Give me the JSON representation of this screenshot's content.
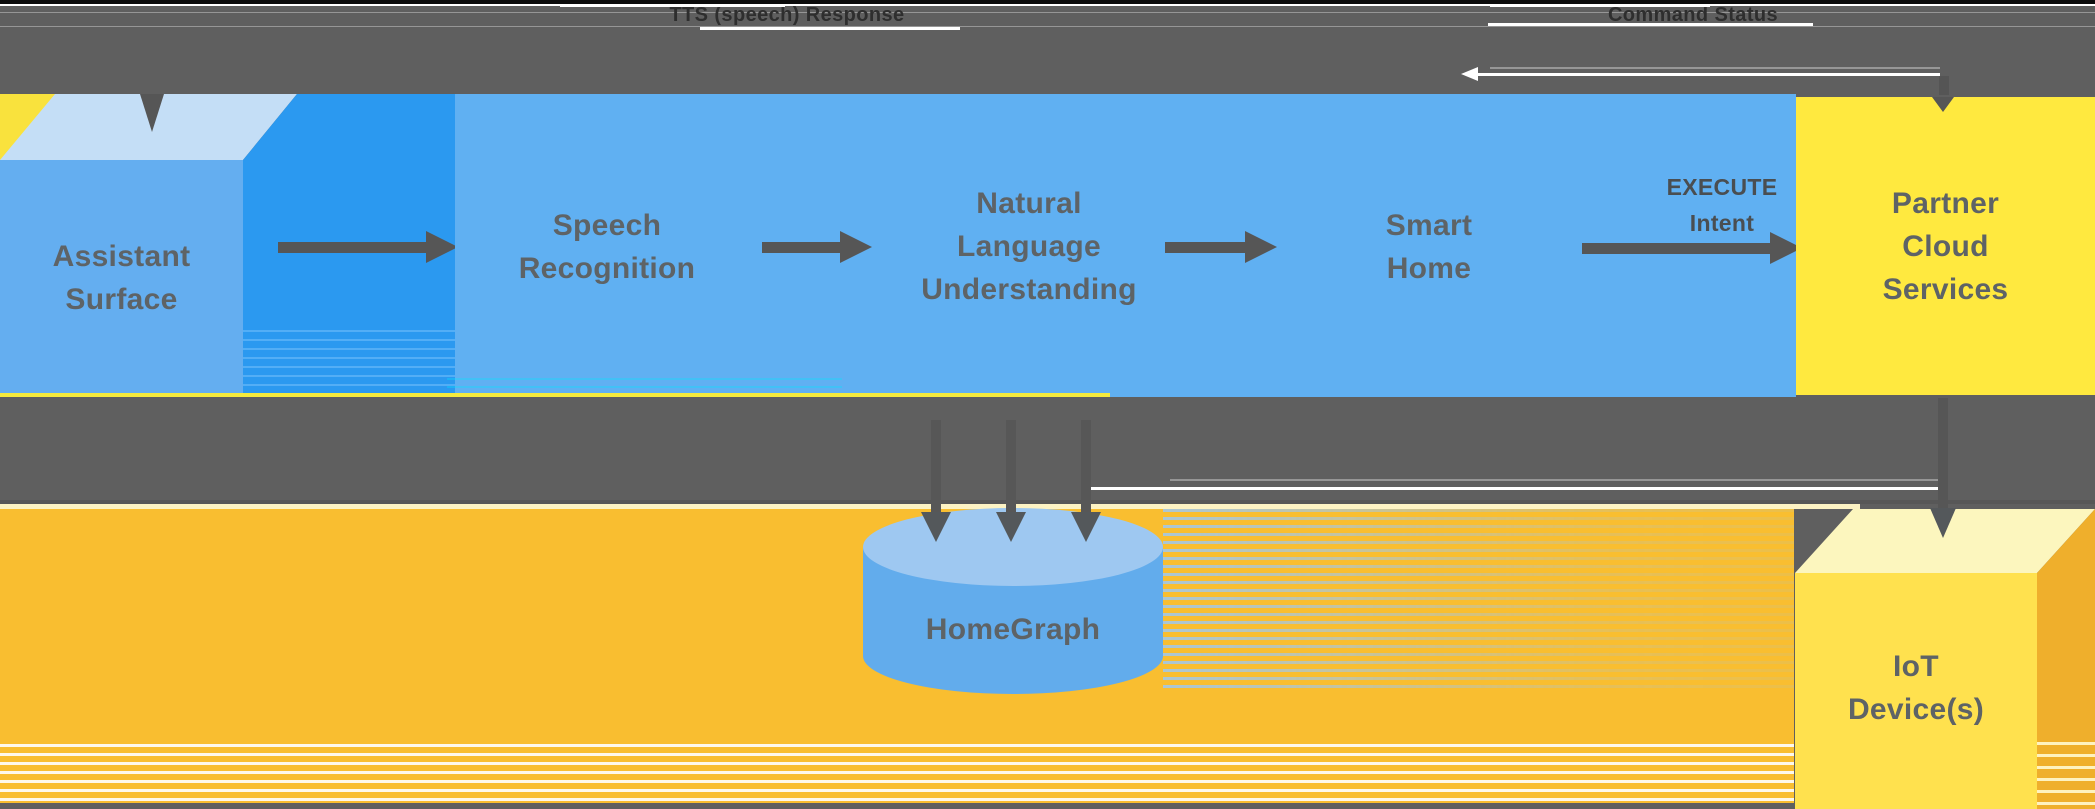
{
  "flow_labels": {
    "tts_response": "TTS (speech) Response",
    "command_status": "Command Status",
    "execute_intent": "EXECUTE\nIntent"
  },
  "nodes": {
    "assistant_surface": "Assistant\nSurface",
    "speech_recognition": "Speech\nRecognition",
    "natural_language_understanding": "Natural\nLanguage\nUnderstanding",
    "smart_home": "Smart\nHome",
    "partner_cloud_services": "Partner\nCloud\nServices",
    "homegraph": "HomeGraph",
    "iot_devices": "IoT\nDevice(s)"
  },
  "colors": {
    "band_gray": "#5F5F5F",
    "assistant_blue": "#64AEF0",
    "assistant_blue_dark": "#2B99F0",
    "assistant_blue_pale": "#C4DEF6",
    "pipeline_blue": "#60B0F2",
    "partner_yellow": "#FFE93F",
    "iot_yellow_front": "#FFE14E",
    "iot_yellow_top": "#FCF6BE",
    "iot_gold_side": "#EFAF2C",
    "orange_area": "#F9BE30",
    "homegraph_body": "#62ACEC",
    "homegraph_top": "#9EC8F1",
    "label_text": "#5E6366"
  }
}
